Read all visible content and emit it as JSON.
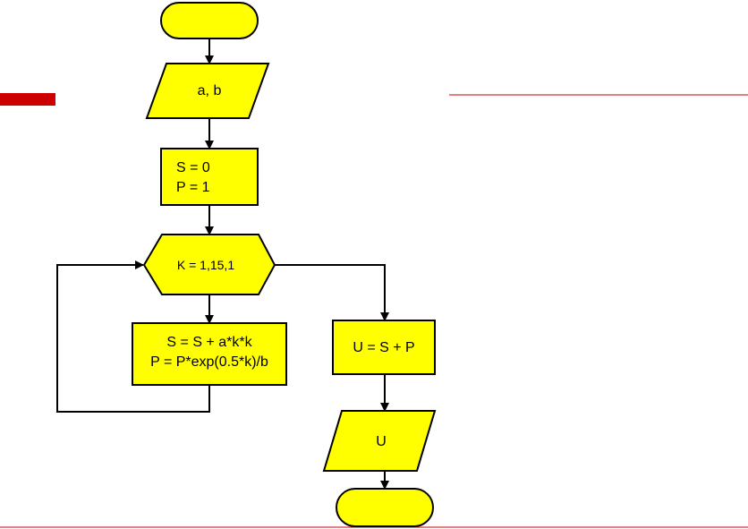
{
  "colors": {
    "node_fill": "#ffff00",
    "node_stroke": "#000000",
    "accent_red": "#cc0000"
  },
  "flowchart": {
    "start": {
      "label": ""
    },
    "input": {
      "label": "a, b"
    },
    "init": {
      "line1": "S = 0",
      "line2": "P = 1"
    },
    "loop": {
      "label": "K = 1,15,1"
    },
    "body": {
      "line1": "S = S + a*k*k",
      "line2": "P = P*exp(0.5*k)/b"
    },
    "compute": {
      "label": "U = S + P"
    },
    "output": {
      "label": "U"
    },
    "end": {
      "label": ""
    }
  }
}
